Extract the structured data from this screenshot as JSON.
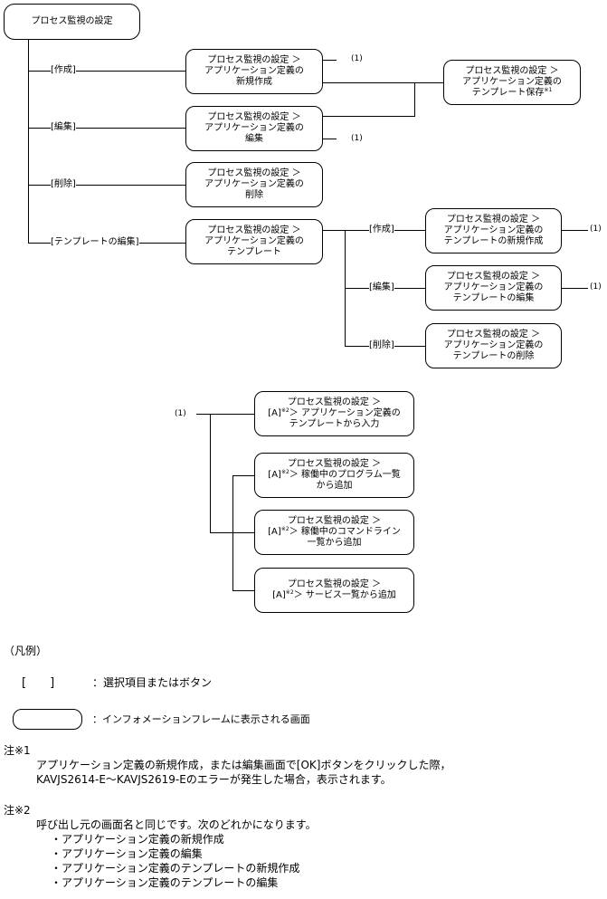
{
  "root": {
    "label": "プロセス監視の設定"
  },
  "branches": [
    {
      "label": "[作成]"
    },
    {
      "label": "[編集]"
    },
    {
      "label": "[削除]"
    },
    {
      "label": "[テンプレートの編集]"
    }
  ],
  "screens": {
    "create": {
      "l1": "プロセス監視の設定 ＞",
      "l2": "アプリケーション定義の",
      "l3": "新規作成"
    },
    "edit": {
      "l1": "プロセス監視の設定 ＞",
      "l2": "アプリケーション定義の",
      "l3": "編集"
    },
    "delete": {
      "l1": "プロセス監視の設定 ＞",
      "l2": "アプリケーション定義の",
      "l3": "削除"
    },
    "template": {
      "l1": "プロセス監視の設定 ＞",
      "l2": "アプリケーション定義の",
      "l3": "テンプレート"
    },
    "save": {
      "l1": "プロセス監視の設定 ＞",
      "l2": "アプリケーション定義の",
      "l3": "テンプレート保存",
      "mark": "※1"
    },
    "tcreate": {
      "l1": "プロセス監視の設定 ＞",
      "l2": "アプリケーション定義の",
      "l3": "テンプレートの新規作成"
    },
    "tedit": {
      "l1": "プロセス監視の設定 ＞",
      "l2": "アプリケーション定義の",
      "l3": "テンプレートの編集"
    },
    "tdelete": {
      "l1": "プロセス監視の設定 ＞",
      "l2": "アプリケーション定義の",
      "l3": "テンプレートの削除"
    }
  },
  "template_branches": [
    {
      "label": "[作成]"
    },
    {
      "label": "[編集]"
    },
    {
      "label": "[削除]"
    }
  ],
  "ref_marker": "(1)",
  "sub": {
    "marker": "(1)",
    "a_prefix": "[A]",
    "a_mark": "※2",
    "b1": {
      "l1": "プロセス監視の設定 ＞",
      "l2": "＞ アプリケーション定義の",
      "l3": "テンプレートから入力"
    },
    "b2": {
      "l1": "プロセス監視の設定 ＞",
      "l2": "＞ 稼働中のプログラム一覧",
      "l3": "から追加"
    },
    "b3": {
      "l1": "プロセス監視の設定 ＞",
      "l2": "＞ 稼働中のコマンドライン",
      "l3": "一覧から追加"
    },
    "b4": {
      "l1": "プロセス監視の設定 ＞",
      "l2": "＞ サービス一覧から追加"
    }
  },
  "legend": {
    "title": "（凡例）",
    "bracket_symbol": "[　　]",
    "bracket_desc": "：選択項目またはボタン",
    "box_desc": "：インフォメーションフレームに表示される画面"
  },
  "notes": {
    "n1_title": "注※1",
    "n1_l1": "アプリケーション定義の新規作成，または編集画面で[OK]ボタンをクリックした際，",
    "n1_l2": "KAVJS2614-E～KAVJS2619-Eのエラーが発生した場合，表示されます。",
    "n2_title": "注※2",
    "n2_l1": "呼び出し元の画面名と同じです。次のどれかになります。",
    "n2_items": [
      "・アプリケーション定義の新規作成",
      "・アプリケーション定義の編集",
      "・アプリケーション定義のテンプレートの新規作成",
      "・アプリケーション定義のテンプレートの編集"
    ]
  }
}
